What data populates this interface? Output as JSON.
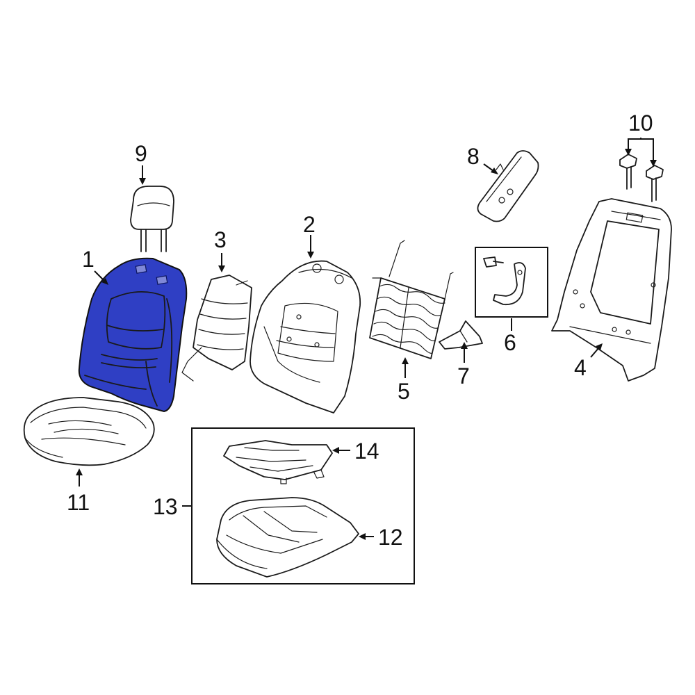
{
  "callouts": {
    "c1": "1",
    "c2": "2",
    "c3": "3",
    "c4": "4",
    "c5": "5",
    "c6": "6",
    "c7": "7",
    "c8": "8",
    "c9": "9",
    "c10": "10",
    "c11": "11",
    "c12": "12",
    "c13": "13",
    "c14": "14"
  },
  "colors": {
    "highlight": "#2f3fc4",
    "line": "#1a1a1a",
    "background": "#ffffff"
  }
}
